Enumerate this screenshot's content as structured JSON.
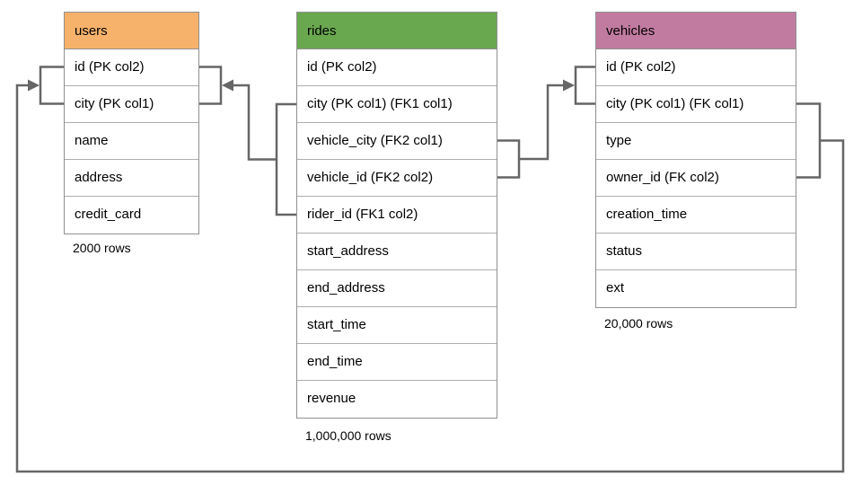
{
  "diagram": {
    "kind": "database-schema",
    "line_color": "#666666",
    "tables": [
      {
        "name": "users",
        "header_color": "#f6b26b",
        "columns": [
          "id (PK col2)",
          "city (PK col1)",
          "name",
          "address",
          "credit_card"
        ],
        "rows_label": "2000 rows"
      },
      {
        "name": "rides",
        "header_color": "#6aa84f",
        "columns": [
          "id (PK col2)",
          "city (PK col1) (FK1 col1)",
          "vehicle_city (FK2 col1)",
          "vehicle_id (FK2 col2)",
          "rider_id (FK1 col2)",
          "start_address",
          "end_address",
          "start_time",
          "end_time",
          "revenue"
        ],
        "rows_label": "1,000,000 rows"
      },
      {
        "name": "vehicles",
        "header_color": "#c27ba0",
        "columns": [
          "id (PK col2)",
          "city (PK col1) (FK col1)",
          "type",
          "owner_id (FK col2)",
          "creation_time",
          "status",
          "ext"
        ],
        "rows_label": "20,000 rows"
      }
    ],
    "connectors": [
      {
        "name": "fk1",
        "from_table": "rides",
        "from_columns": [
          "city (PK col1) (FK1 col1)",
          "rider_id (FK1 col2)"
        ],
        "to_table": "users",
        "to_columns": [
          "id (PK col2)",
          "city (PK col1)"
        ]
      },
      {
        "name": "fk2",
        "from_table": "rides",
        "from_columns": [
          "vehicle_city (FK2 col1)",
          "vehicle_id (FK2 col2)"
        ],
        "to_table": "vehicles",
        "to_columns": [
          "id (PK col2)",
          "city (PK col1) (FK col1)"
        ]
      },
      {
        "name": "fk3",
        "from_table": "vehicles",
        "from_columns": [
          "city (PK col1) (FK col1)",
          "owner_id (FK col2)"
        ],
        "to_table": "users",
        "to_columns": [
          "id (PK col2)",
          "city (PK col1)"
        ]
      }
    ]
  }
}
